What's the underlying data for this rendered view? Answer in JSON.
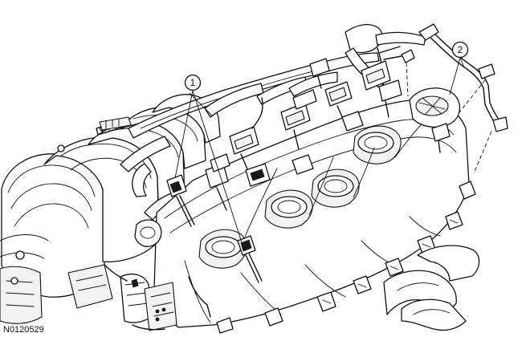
{
  "callouts": [
    {
      "label": "1"
    },
    {
      "label": "2"
    }
  ],
  "figure_id": "N0120529"
}
